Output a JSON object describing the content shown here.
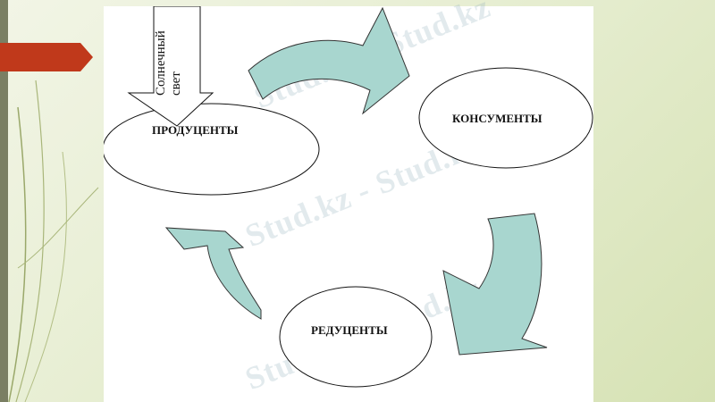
{
  "diagram": {
    "sunlight_label": "Солнечный свет",
    "nodes": {
      "producers": "ПРОДУЦЕНТЫ",
      "consumers": "КОНСУМЕНТЫ",
      "decomposers": "РЕДУЦЕНТЫ"
    }
  },
  "watermark": {
    "text": "Stud.kz - Stud.kz"
  },
  "colors": {
    "arrow_fill": "#a8d6cf",
    "accent_red": "#c0391b",
    "strip": "#7a7f63"
  }
}
